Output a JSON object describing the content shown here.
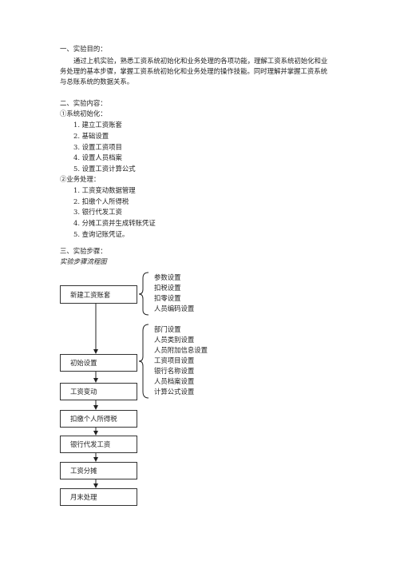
{
  "section1": {
    "heading": "一、实验目的：",
    "body_lines": [
      "通过上机实验，熟悉工资系统初始化和业务处理的各项功能，理解工资系统初始化和业",
      "务处理的基本步骤，掌握工资系统初始化和业务处理的操作技能。同时理解并掌握工资系统",
      "与总账系统的数据关系。"
    ]
  },
  "section2": {
    "heading": "二、实验内容：",
    "group1": {
      "title": "①系统初始化：",
      "items": [
        "1.  建立工资账套",
        "2.  基础设置",
        "3.  设置工资项目",
        "4.  设置人员档案",
        "5.  设置工资计算公式"
      ]
    },
    "group2": {
      "title": "②业务处理：",
      "items": [
        "1.  工资变动数据管理",
        "2.  扣缴个人所得税",
        "3.  银行代发工资",
        "4.  分摊工资并生成转账凭证",
        "5.  查询记账凭证。"
      ]
    }
  },
  "section3": {
    "heading": "三、实验步骤：",
    "flow_title": "实验步骤流程图",
    "boxes": [
      "新建工资账套",
      "初始设置",
      "工资变动",
      "扣缴个人所得税",
      "银行代发工资",
      "工资分摊",
      "月末处理"
    ],
    "brace1_items": [
      "参数设置",
      "扣税设置",
      "扣零设置",
      "人员编码设置"
    ],
    "brace2_items": [
      "部门设置",
      "人员类别设置",
      "人员附加信息设置",
      "工资项目设置",
      "银行名称设置",
      "人员档案设置",
      "计算公式设置"
    ]
  }
}
